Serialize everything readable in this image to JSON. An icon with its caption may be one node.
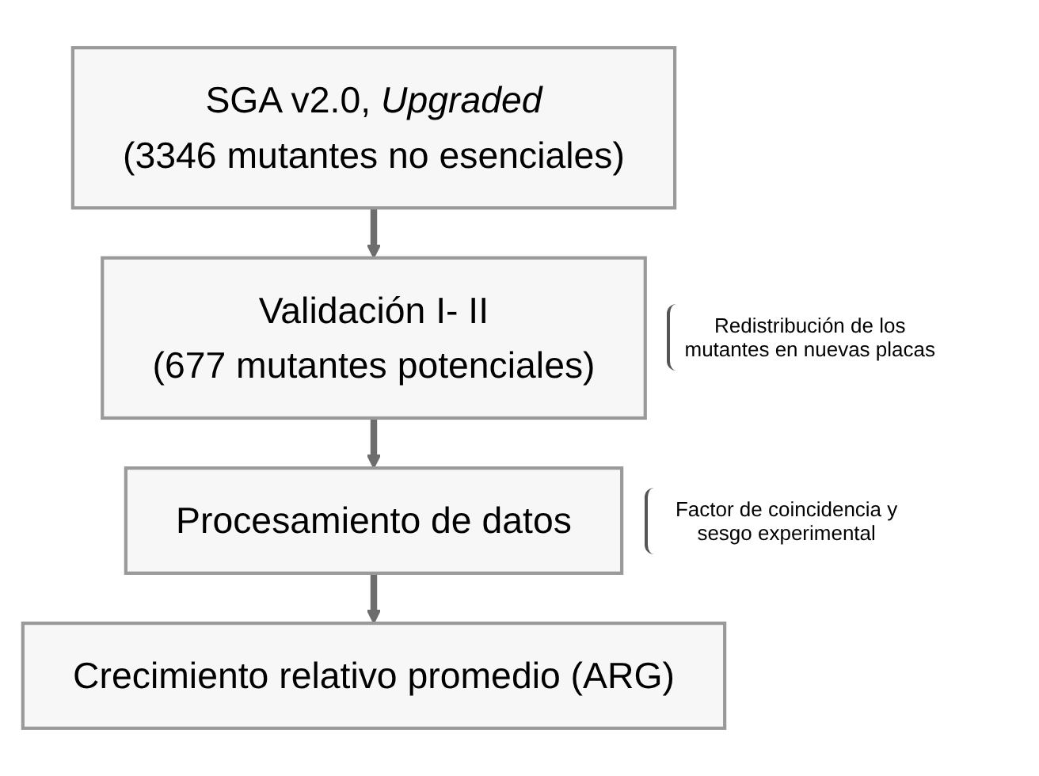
{
  "diagram": {
    "nodes": [
      {
        "text": [
          "SGA v2.0, *Upgraded*",
          "(3346 mutantes no esenciales)"
        ]
      },
      {
        "text": [
          "Validación I- II",
          "(677 mutantes potenciales)"
        ],
        "beside": [
          "Redistribución de los mutantes en nuevas placas"
        ]
      },
      {
        "text": [
          "Procesamiento de datos"
        ],
        "beside": [
          "Factor de coincidencia y sesgo experimental"
        ]
      },
      {
        "text": [
          "Crecimiento relativo promedio (ARG)"
        ]
      }
    ],
    "edges": [
      {
        "from": 0,
        "to": 1,
        "arrow": "to"
      },
      {
        "from": 1,
        "to": 2,
        "arrow": "to"
      },
      {
        "from": 2,
        "to": 3,
        "arrow": "to"
      }
    ]
  }
}
